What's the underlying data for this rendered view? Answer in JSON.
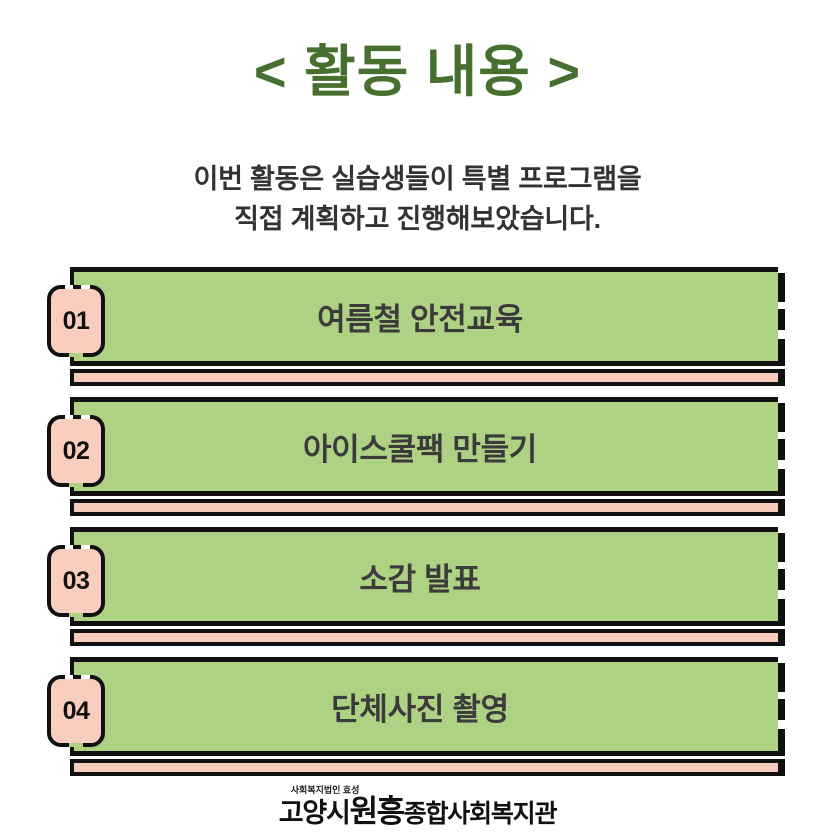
{
  "page": {
    "background_color": "#ffffff",
    "title": "< 활동 내용 >",
    "title_color": "#477030"
  },
  "subtitle": {
    "line1": "이번 활동은 실습생들이 특별 프로그램을",
    "line2": "직접 계획하고 진행해보았습니다.",
    "color": "#333333"
  },
  "colors": {
    "bar_green": "#aed183",
    "strip_pink": "#f7cbbc",
    "badge_pink": "#f9cebf",
    "outline_black": "#111111",
    "bar_text": "#3b3b3b"
  },
  "activities": [
    {
      "number": "01",
      "label": "여름철 안전교육"
    },
    {
      "number": "02",
      "label": "아이스쿨팩 만들기"
    },
    {
      "number": "03",
      "label": "소감 발표"
    },
    {
      "number": "04",
      "label": "단체사진 촬영"
    }
  ],
  "footer": {
    "org_small": "사회복지법인 효성",
    "org_part1": "고양시",
    "org_part2": "원흥",
    "org_part3": "종합사회복지관"
  }
}
